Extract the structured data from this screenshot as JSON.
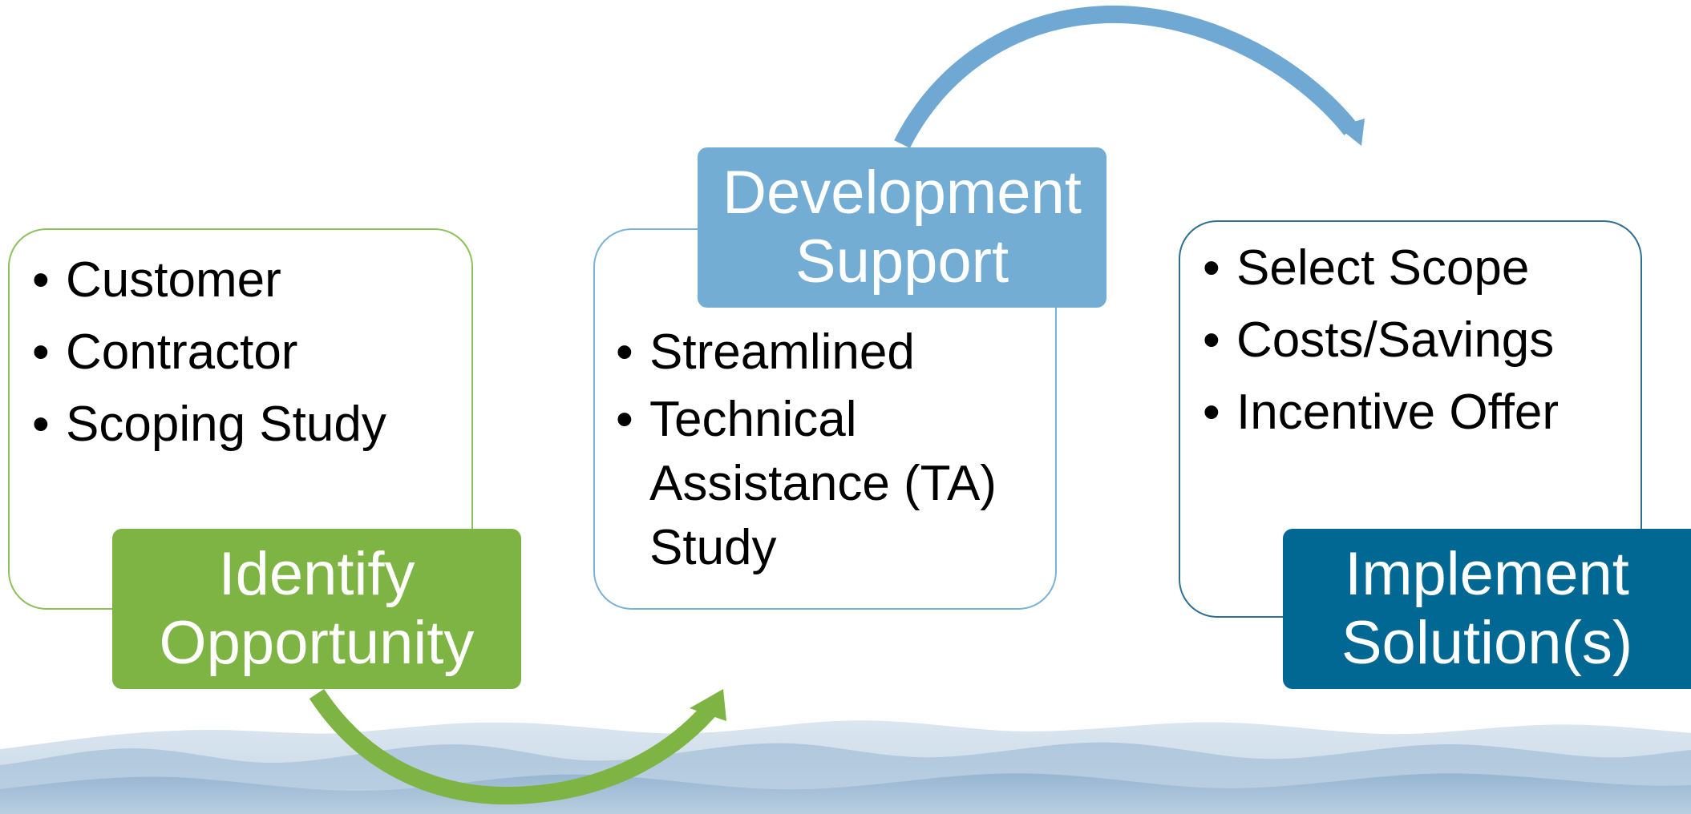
{
  "colors": {
    "green": "#7db443",
    "light_blue": "#74add4",
    "dark_teal": "#006892",
    "arrow_green": "#7db443",
    "arrow_blue": "#6fa8d3"
  },
  "steps": [
    {
      "title_line1": "Identify",
      "title_line2": "Opportunity",
      "items": [
        "Customer",
        "Contractor",
        "Scoping Study"
      ]
    },
    {
      "title_line1": "Development",
      "title_line2": "Support",
      "items": [
        "Streamlined",
        "Technical Assistance (TA) Study"
      ]
    },
    {
      "title_line1": "Implement",
      "title_line2": "Solution(s)",
      "items": [
        "Select Scope",
        "Costs/Savings",
        "Incentive Offer"
      ]
    }
  ]
}
